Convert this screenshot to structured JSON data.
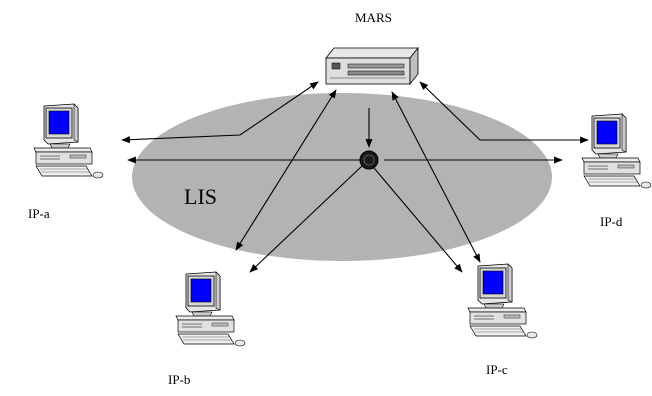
{
  "diagram": {
    "server_label": "MARS",
    "network_label": "LIS",
    "hosts": {
      "a": "IP-a",
      "b": "IP-b",
      "c": "IP-c",
      "d": "IP-d"
    }
  },
  "colors": {
    "lis_fill": "#b3b3b3",
    "screen_blue": "#0000ff",
    "computer_body": "#e6e6e6",
    "outline": "#000000"
  }
}
